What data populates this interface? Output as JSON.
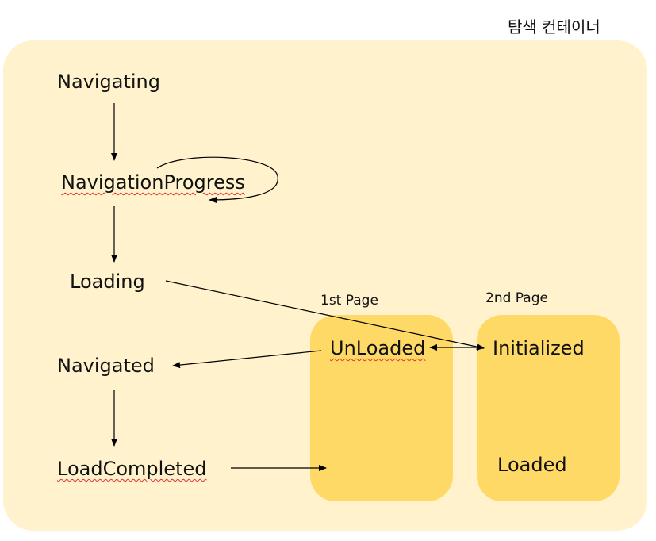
{
  "container": {
    "title": "탐색 컨테이너"
  },
  "pages": {
    "first": {
      "label": "1st Page"
    },
    "second": {
      "label": "2nd Page"
    }
  },
  "states": {
    "navigating": "Navigating",
    "navigation_progress": "NavigationProgress",
    "loading": "Loading",
    "navigated": "Navigated",
    "load_completed": "LoadCompleted",
    "unloaded": "UnLoaded",
    "initialized": "Initialized",
    "loaded": "Loaded"
  },
  "colors": {
    "container_fill": "#fff2cc",
    "page_fill": "#ffd966",
    "spellcheck_underline": "#e03030"
  }
}
